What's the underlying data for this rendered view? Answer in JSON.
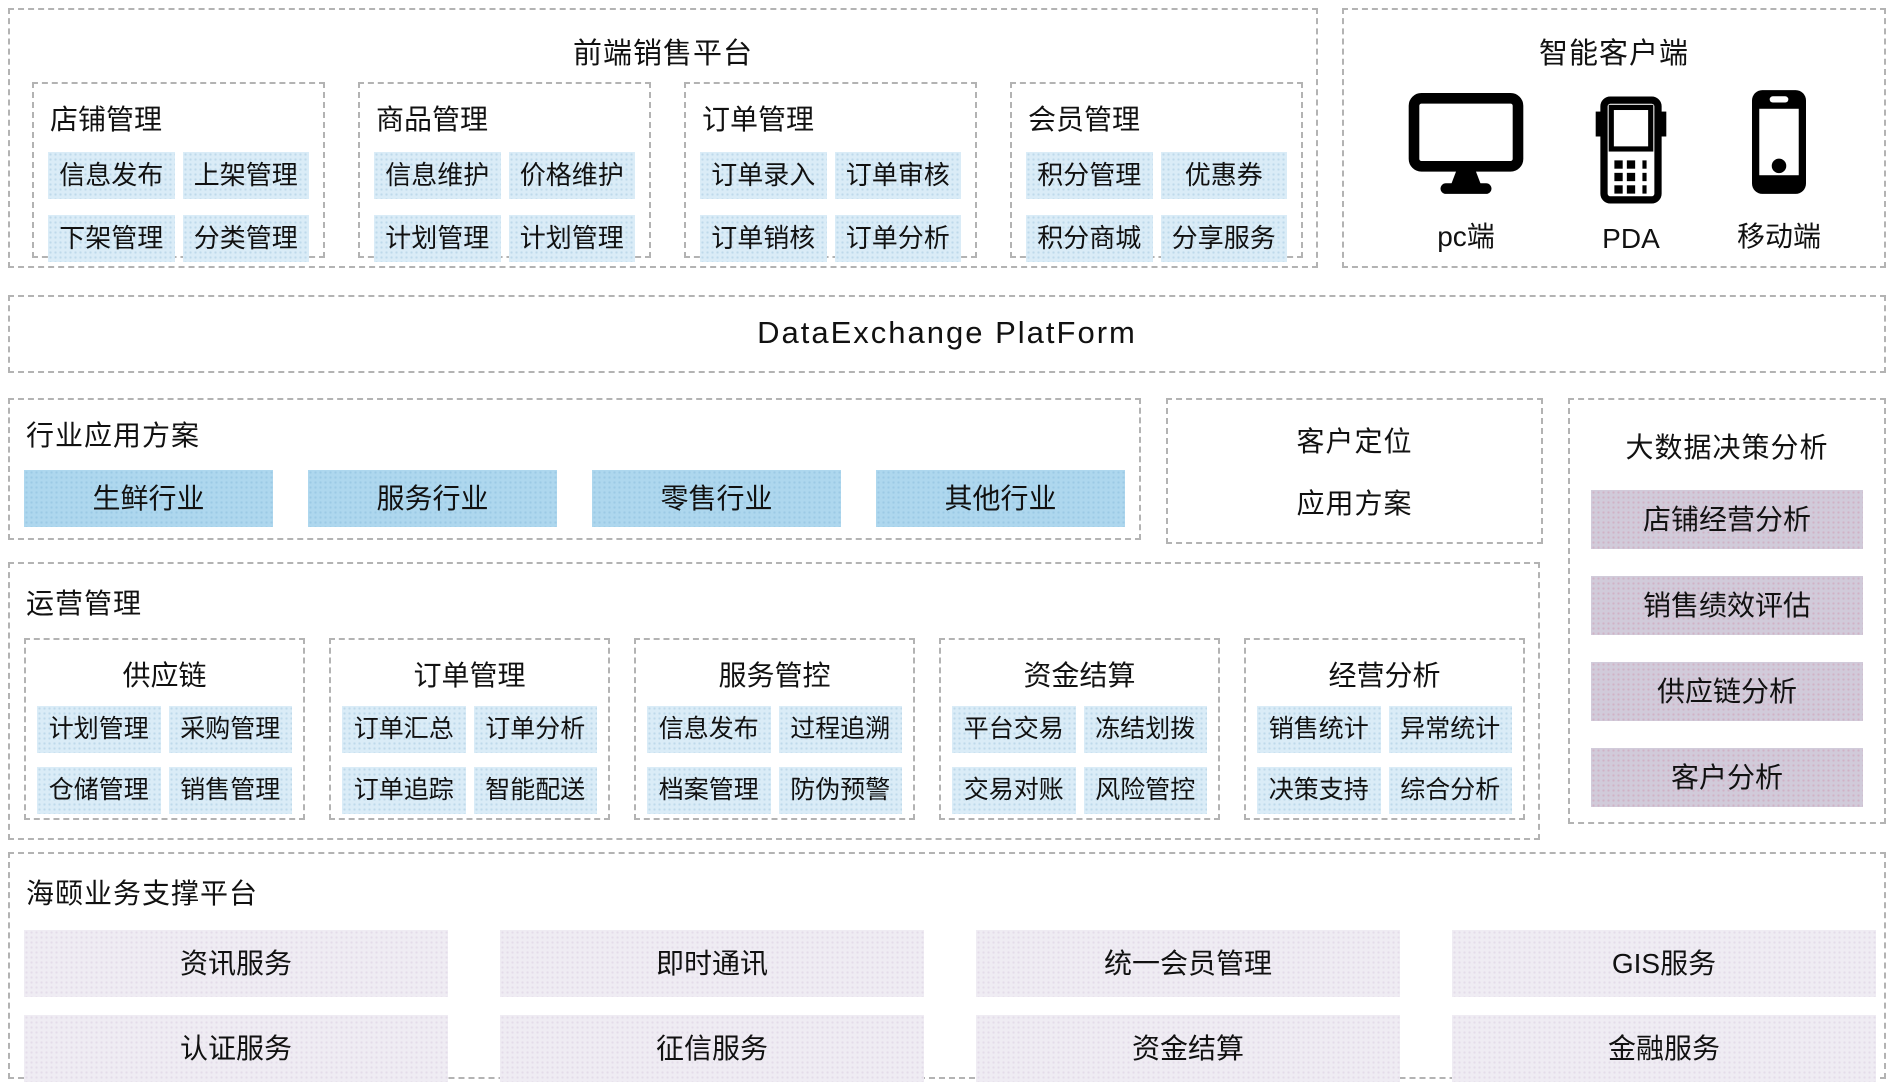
{
  "frontend": {
    "title": "前端销售平台",
    "groups": [
      {
        "title": "店铺管理",
        "items": [
          "信息发布",
          "上架管理",
          "下架管理",
          "分类管理"
        ]
      },
      {
        "title": "商品管理",
        "items": [
          "信息维护",
          "价格维护",
          "计划管理",
          "计划管理"
        ]
      },
      {
        "title": "订单管理",
        "items": [
          "订单录入",
          "订单审核",
          "订单销核",
          "订单分析"
        ]
      },
      {
        "title": "会员管理",
        "items": [
          "积分管理",
          "优惠券",
          "积分商城",
          "分享服务"
        ]
      }
    ]
  },
  "clients": {
    "title": "智能客户端",
    "devices": [
      {
        "icon": "desktop-icon",
        "label": "pc端"
      },
      {
        "icon": "pda-icon",
        "label": "PDA"
      },
      {
        "icon": "mobile-icon",
        "label": "移动端"
      }
    ]
  },
  "exchange": {
    "title": "DataExchange  PlatForm"
  },
  "industry": {
    "title": "行业应用方案",
    "items": [
      "生鲜行业",
      "服务行业",
      "零售行业",
      "其他行业"
    ]
  },
  "customer": {
    "line1": "客户定位",
    "line2": "应用方案"
  },
  "bigdata": {
    "title": "大数据决策分析",
    "items": [
      "店铺经营分析",
      "销售绩效评估",
      "供应链分析",
      "客户分析"
    ]
  },
  "operations": {
    "title": "运营管理",
    "groups": [
      {
        "title": "供应链",
        "items": [
          "计划管理",
          "采购管理",
          "仓储管理",
          "销售管理"
        ]
      },
      {
        "title": "订单管理",
        "items": [
          "订单汇总",
          "订单分析",
          "订单追踪",
          "智能配送"
        ]
      },
      {
        "title": "服务管控",
        "items": [
          "信息发布",
          "过程追溯",
          "档案管理",
          "防伪预警"
        ]
      },
      {
        "title": "资金结算",
        "items": [
          "平台交易",
          "冻结划拨",
          "交易对账",
          "风险管控"
        ]
      },
      {
        "title": "经营分析",
        "items": [
          "销售统计",
          "异常统计",
          "决策支持",
          "综合分析"
        ]
      }
    ]
  },
  "support": {
    "title": "海颐业务支撑平台",
    "rows": [
      [
        "资讯服务",
        "即时通讯",
        "统一会员管理",
        "GIS服务"
      ],
      [
        "认证服务",
        "征信服务",
        "资金结算",
        "金融服务"
      ]
    ]
  },
  "colors": {
    "item_blue": "#daecf7",
    "item_medium_blue": "#aed7ee",
    "item_lavender": "#d1cbda",
    "item_light_lavender": "#efecf3",
    "dashed_border": "#b3b3b3",
    "text": "#111111",
    "background": "#ffffff"
  }
}
